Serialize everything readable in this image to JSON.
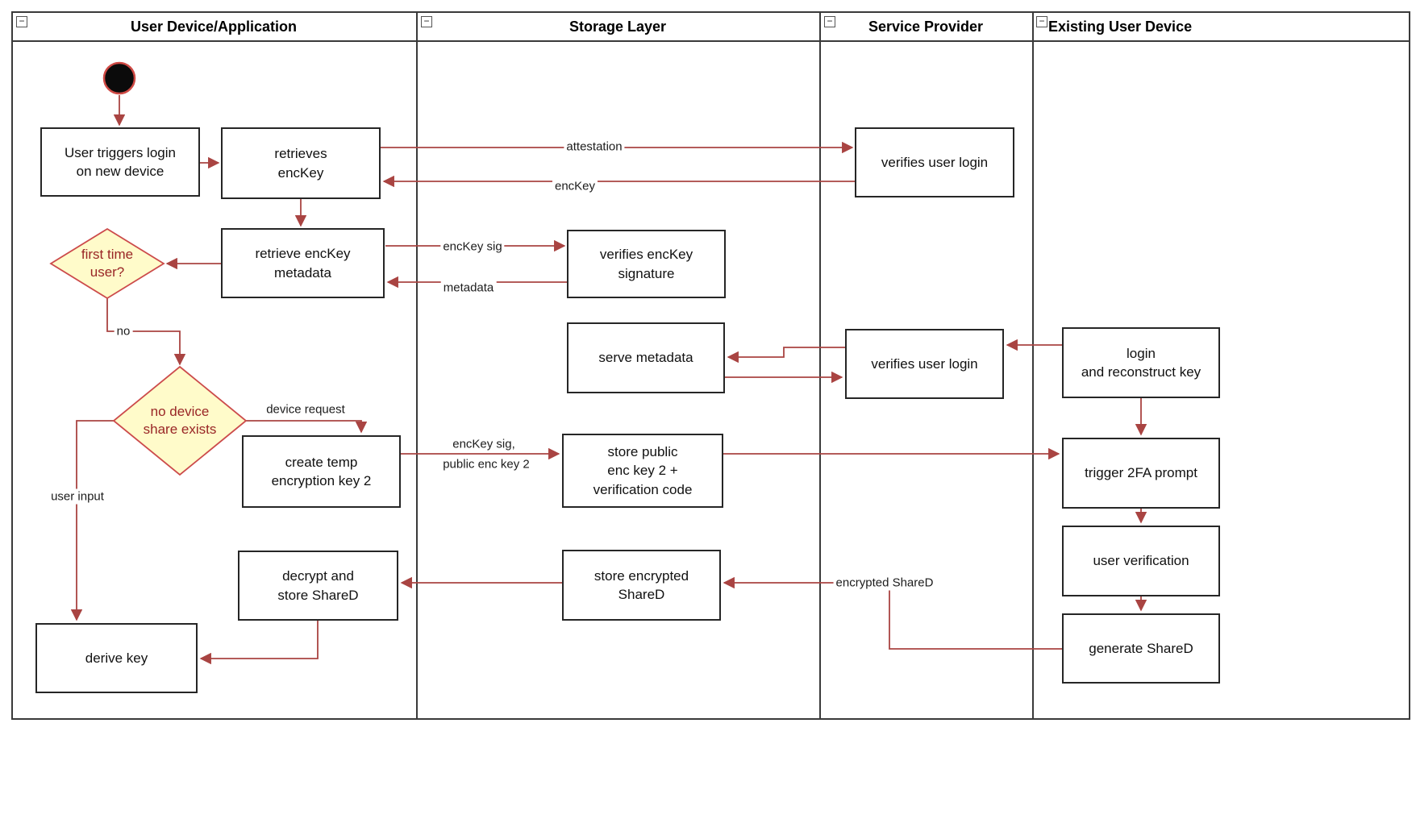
{
  "lanes": [
    {
      "title": "User Device/Application"
    },
    {
      "title": "Storage Layer"
    },
    {
      "title": "Service Provider"
    },
    {
      "title": "Existing User Device"
    }
  ],
  "nodes": {
    "user_triggers_login": "User triggers login\non new device",
    "retrieves_enckey": "retrieves\nencKey",
    "retrieve_enckey_metadata": "retrieve encKey\nmetadata",
    "first_time_user": "first time\nuser?",
    "no_device_share_exists": "no device\nshare exists",
    "create_temp_key": "create temp\nencryption key 2",
    "decrypt_store_shared": "decrypt and\nstore ShareD",
    "derive_key": "derive key",
    "verifies_enckey_signature": "verifies encKey\nsignature",
    "serve_metadata": "serve metadata",
    "store_public_key": "store public\nenc key 2 +\nverification code",
    "store_encrypted_shared": "store encrypted\nShareD",
    "verifies_user_login_top": "verifies user login",
    "verifies_user_login_mid": "verifies user login",
    "login_reconstruct_key": "login\nand reconstruct key",
    "trigger_2fa_prompt": "trigger 2FA prompt",
    "user_verification": "user verification",
    "generate_shared": "generate ShareD"
  },
  "edge_labels": {
    "attestation": "attestation",
    "enckey": "encKey",
    "enckey_sig": "encKey sig",
    "metadata": "metadata",
    "no": "no",
    "device_request": "device request",
    "enckey_sig_public_1": "encKey sig,",
    "enckey_sig_public_2": "public enc key 2",
    "user_input": "user input",
    "encrypted_shared": "encrypted ShareD"
  },
  "icons": {
    "collapse": "−"
  },
  "colors": {
    "arrow": "#a94442",
    "box_border": "#262626",
    "diamond_fill": "#fffbca",
    "diamond_border": "#cc4b4b",
    "lane_border": "#3a3a3a",
    "start_fill": "#0b0b0b",
    "start_ring": "#cf4a45"
  }
}
